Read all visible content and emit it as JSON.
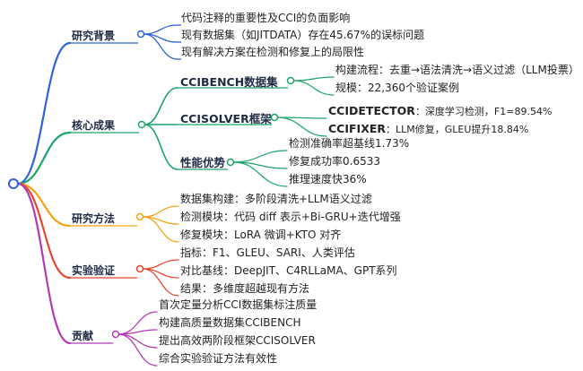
{
  "colors": {
    "background": "#ffffff",
    "research_background": "#2f62d8",
    "core_results": "#1aa36a",
    "research_methods": "#f5a317",
    "experiments": "#e8452c",
    "contributions": "#b43ab3"
  },
  "branches": [
    {
      "label": "研究背景",
      "leaves": [
        "代码注释的重要性及CCI的负面影响",
        "现有数据集（如JITDATA）存在45.67%的误标问题",
        "现有解决方案在检测和修复上的局限性"
      ]
    },
    {
      "label": "核心成果",
      "subs": [
        {
          "label": "CCIBENCH数据集",
          "leaves": [
            "构建流程：去重→语法清洗→语义过滤（LLM投票）",
            "规模：22,360个验证案例"
          ]
        },
        {
          "label": "CCISOLVER框架",
          "leaves": [
            {
              "bold": "CCIDETECTOR",
              "rest": "：深度学习检测，F1=89.54%"
            },
            {
              "bold": "CCIFIXER",
              "rest": "：LLM修复，GLEU提升18.84%"
            }
          ]
        },
        {
          "label": "性能优势",
          "leaves": [
            "检测准确率超基线1.73%",
            "修复成功率0.6533",
            "推理速度快36%"
          ]
        }
      ]
    },
    {
      "label": "研究方法",
      "leaves": [
        "数据集构建：多阶段清洗+LLM语义过滤",
        "检测模块：代码 diff 表示+Bi-GRU+迭代增强",
        "修复模块：LoRA 微调+KTO 对齐"
      ]
    },
    {
      "label": "实验验证",
      "leaves": [
        "指标：F1、GLEU、SARI、人类评估",
        "对比基线：DeepJIT、C4RLLaMA、GPT系列",
        "结果：多维度超越现有方法"
      ]
    },
    {
      "label": "贡献",
      "leaves": [
        "首次定量分析CCI数据集标注质量",
        "构建高质量数据集CCIBENCH",
        "提出高效两阶段框架CCISOLVER",
        "综合实验验证方法有效性"
      ]
    }
  ]
}
